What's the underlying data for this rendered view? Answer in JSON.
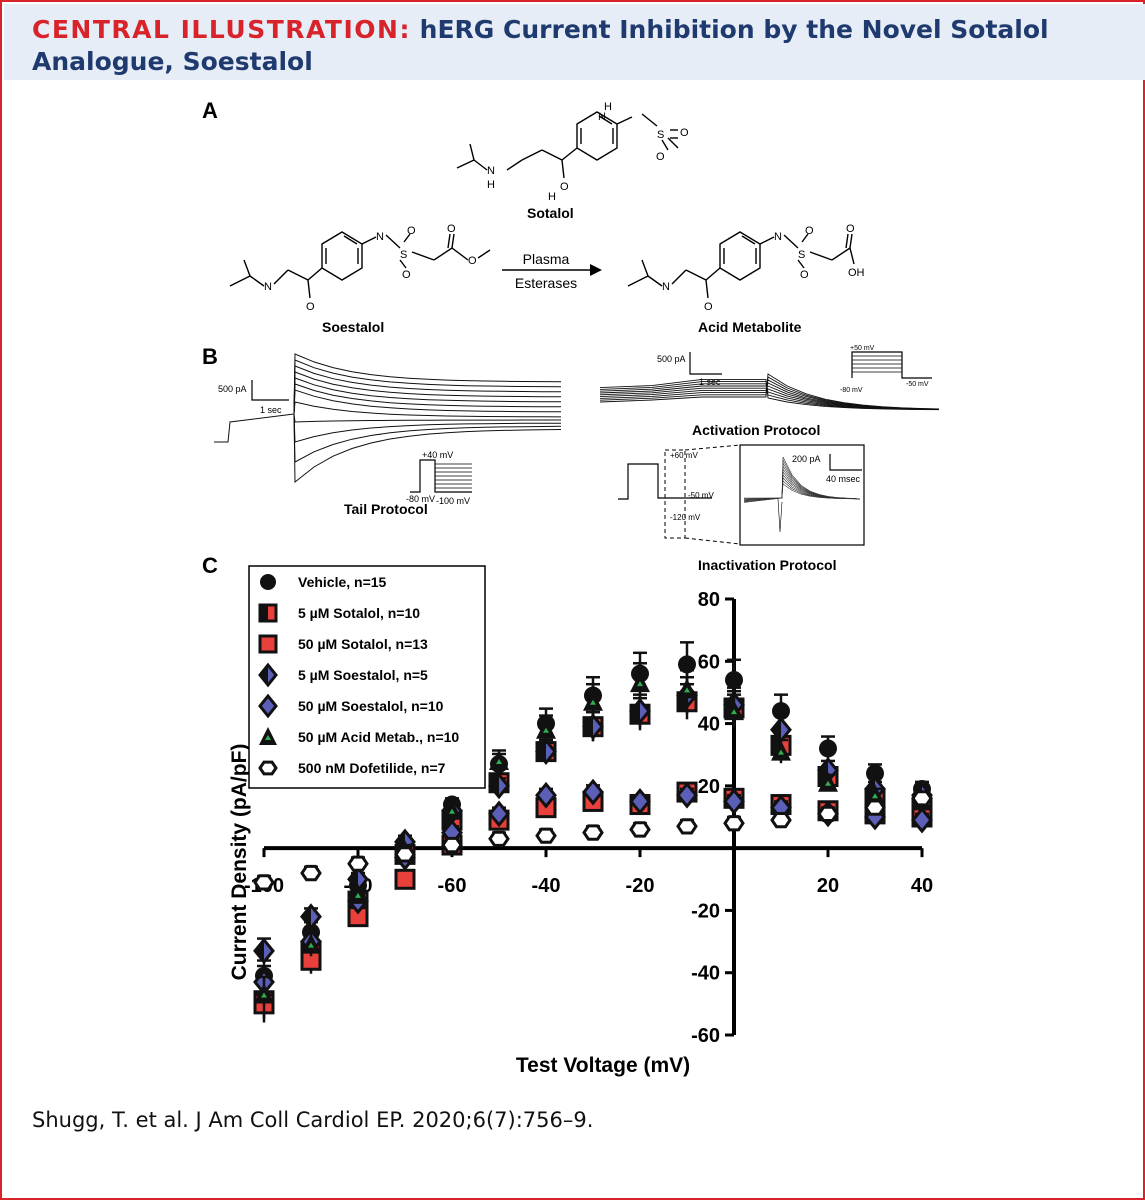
{
  "header": {
    "kicker": "CENTRAL ILLUSTRATION:",
    "title": "hERG Current Inhibition by the Novel Sotalol Analogue, Soestalol",
    "title_line1": "hERG Current Inhibition by the Novel Sotalol",
    "title_line2": "Analogue, Soestalol"
  },
  "citation": "Shugg, T. et al. J Am Coll Cardiol EP. 2020;6(7):756–9.",
  "colors": {
    "frame": "#d8232a",
    "header_bg": "#e6edf6",
    "kicker": "#d8232a",
    "title": "#1f3a6e",
    "square_fill": "#e8413c",
    "diamond_fill": "#5b5fb8",
    "triangle_fill": "#2fae4f"
  },
  "panel_a": {
    "letter": "A",
    "sotalol": "Sotalol",
    "soestalol": "Soestalol",
    "acid": "Acid Metabolite",
    "arrow_line1": "Plasma",
    "arrow_line2": "Esterases",
    "atoms": {
      "n": "N",
      "h": "H",
      "s": "S",
      "o": "O",
      "oh": "OH"
    }
  },
  "panel_b": {
    "letter": "B",
    "tail_scale_current": "500 pA",
    "tail_scale_time": "1 sec",
    "tail_label": "Tail Protocol",
    "tail_v_top": "+40 mV",
    "tail_v_hold": "-80 mV",
    "tail_v_tail": "-100 mV",
    "act_scale_current": "500 pA",
    "act_scale_time": "1 sec",
    "act_label": "Activation Protocol",
    "act_v_top": "+50 mV",
    "act_v_hold": "-80 mV",
    "act_v_tail": "-50 mV",
    "inact_label": "Inactivation Protocol",
    "inact_v_top": "+60 mV",
    "inact_v_bottom": "-120 mV",
    "inact_v_tail": "-50 mV",
    "inact_scale_current": "200 pA",
    "inact_scale_time": "40 msec"
  },
  "panel_c": {
    "letter": "C"
  },
  "chart_data": {
    "type": "scatter",
    "xlabel": "Test Voltage (mV)",
    "ylabel": "Current Density (pA/pF)",
    "xlim": [
      -100,
      40
    ],
    "ylim": [
      -60,
      80
    ],
    "x_ticks": [
      -100,
      -80,
      -60,
      -40,
      -20,
      20,
      40
    ],
    "x_tick_labels": [
      "-100",
      "-80",
      "-60",
      "-40",
      "-20",
      "20",
      "40"
    ],
    "y_ticks": [
      -60,
      -40,
      -20,
      20,
      40,
      60,
      80
    ],
    "y_tick_labels": [
      "-60",
      "-40",
      "-20",
      "20",
      "40",
      "60",
      "80"
    ],
    "x": [
      -100,
      -90,
      -80,
      -70,
      -60,
      -50,
      -40,
      -30,
      -20,
      -10,
      0,
      10,
      20,
      30,
      40
    ],
    "legend_position": "top-left",
    "series": [
      {
        "name": "Vehicle, n=15",
        "marker": "circle",
        "values": [
          -41,
          -27,
          -12,
          1,
          14,
          27,
          40,
          49,
          56,
          59,
          54,
          44,
          32,
          24,
          19
        ]
      },
      {
        "name": "5 µM Sotalol, n=10",
        "marker": "square-half",
        "values": [
          -49,
          -33,
          -17,
          -2,
          9,
          21,
          31,
          39,
          43,
          47,
          45,
          33,
          23,
          16,
          13
        ]
      },
      {
        "name": "50 µM Sotalol, n=13",
        "marker": "square",
        "values": [
          -50,
          -36,
          -22,
          -10,
          1,
          9,
          13,
          15,
          14,
          18,
          16,
          14,
          12,
          11,
          10
        ]
      },
      {
        "name": "5 µM Soestalol, n=5",
        "marker": "diamond-half",
        "values": [
          -33,
          -22,
          -10,
          2,
          12,
          20,
          31,
          39,
          44,
          49,
          46,
          38,
          25,
          19,
          17
        ]
      },
      {
        "name": "50 µM Soestalol, n=10",
        "marker": "diamond",
        "values": [
          -43,
          -30,
          -17,
          -3,
          5,
          11,
          17,
          18,
          15,
          17,
          15,
          13,
          11,
          10,
          9
        ]
      },
      {
        "name": "50 µM Acid Metab., n=10",
        "marker": "triangle",
        "values": [
          -47,
          -31,
          -15,
          -1,
          12,
          28,
          38,
          47,
          53,
          51,
          44,
          31,
          21,
          17,
          15
        ]
      },
      {
        "name": "500 nM Dofetilide, n=7",
        "marker": "hexagon",
        "values": [
          -11,
          -8,
          -5,
          -2,
          1,
          3,
          4,
          5,
          6,
          7,
          8,
          9,
          11,
          13,
          16
        ]
      }
    ]
  }
}
